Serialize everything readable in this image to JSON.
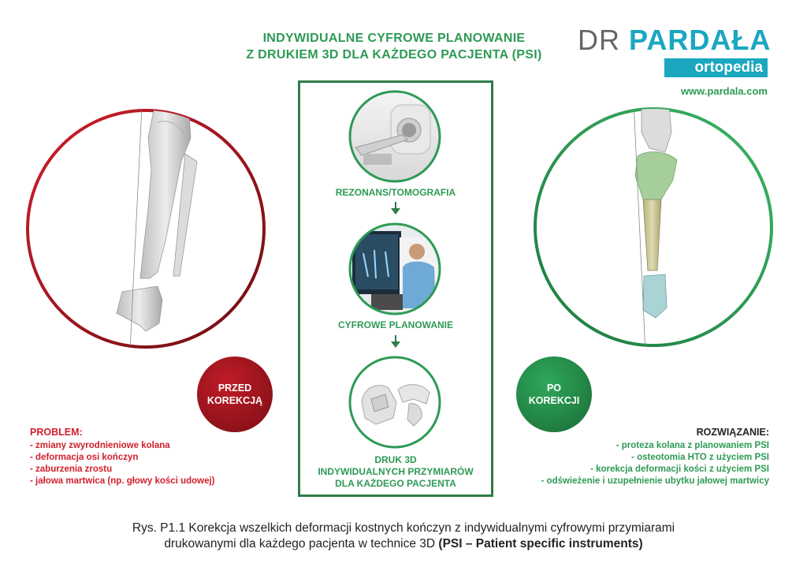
{
  "title": {
    "line1": "INDYWIDUALNE CYFROWE PLANOWANIE",
    "line2": "Z DRUKIEM 3D DLA KAŻDEGO PACJENTA (PSI)"
  },
  "logo": {
    "prefix": "DR",
    "brand": "PARDAŁA",
    "sub": "ortopedia",
    "url": "www.pardala.com"
  },
  "steps": [
    {
      "label": "REZONANS/TOMOGRAFIA"
    },
    {
      "label": "CYFROWE PLANOWANIE"
    },
    {
      "label1": "DRUK 3D",
      "label2": "INDYWIDUALNYCH PRZYMIARÓW",
      "label3": "DLA KAŻDEGO PACJENTA"
    }
  ],
  "before": {
    "line1": "PRZED",
    "line2": "KOREKCJĄ"
  },
  "after": {
    "line1": "PO",
    "line2": "KOREKCJI"
  },
  "problem": {
    "title": "PROBLEM:",
    "items": [
      "- zmiany zwyrodnieniowe kolana",
      "- deformacja osi kończyn",
      "- zaburzenia zrostu",
      "- jałowa martwica (np. głowy kości udowej)"
    ]
  },
  "solution": {
    "title": "ROZWIĄZANIE:",
    "items": [
      "- proteza kolana z planowaniem PSI",
      "- osteotomia HTO z użyciem PSI",
      "- korekcja deformacji kości z użyciem PSI",
      "- odświeżenie i uzupełnienie ubytku jałowej martwicy"
    ]
  },
  "caption": {
    "line1": "Rys. P1.1 Korekcja wszelkich deformacji kostnych kończyn z indywidualnymi cyfrowymi przymiarami",
    "line2_plain": "drukowanymi dla każdego pacjenta w technice 3D ",
    "line2_bold": "(PSI – Patient specific instruments)"
  },
  "colors": {
    "green": "#2e9a55",
    "dark_green": "#2e7d46",
    "red": "#d01f2b",
    "teal": "#1aa7bf"
  }
}
